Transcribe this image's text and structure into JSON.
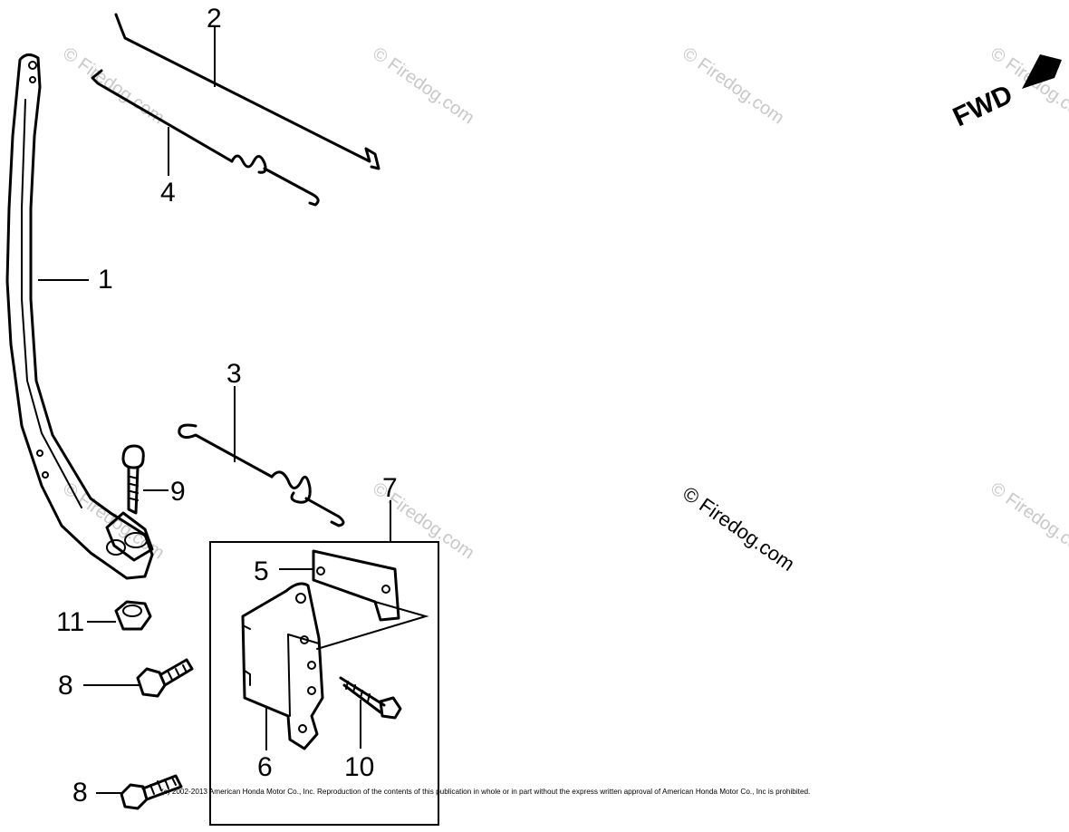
{
  "diagram": {
    "callouts": [
      {
        "id": "1",
        "text": "1"
      },
      {
        "id": "2",
        "text": "2"
      },
      {
        "id": "3",
        "text": "3"
      },
      {
        "id": "4",
        "text": "4"
      },
      {
        "id": "5",
        "text": "5"
      },
      {
        "id": "6",
        "text": "6"
      },
      {
        "id": "7",
        "text": "7"
      },
      {
        "id": "8a",
        "text": "8"
      },
      {
        "id": "8b",
        "text": "8"
      },
      {
        "id": "9",
        "text": "9"
      },
      {
        "id": "10",
        "text": "10"
      },
      {
        "id": "11",
        "text": "11"
      }
    ],
    "fwd_label": "FWD",
    "watermark_text": "© Firedog.com",
    "copyright_text": "(c) 2002-2013 American Honda Motor Co., Inc. Reproduction of the contents of this publication in whole or in part without the express written approval of American Honda Motor Co., Inc is prohibited.",
    "colors": {
      "ink": "#000000",
      "watermark": "#c8c8c8",
      "background": "#ffffff"
    }
  }
}
